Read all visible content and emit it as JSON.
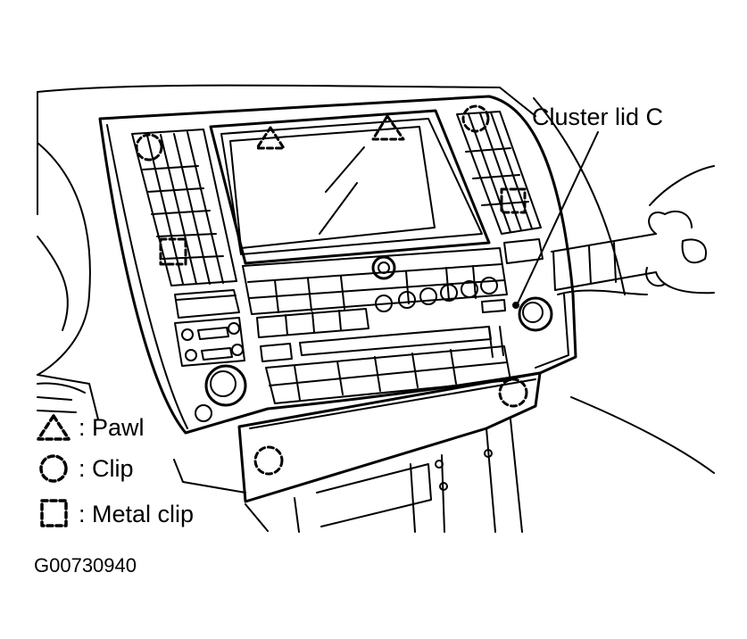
{
  "callout": {
    "cluster_lid": "Cluster lid C"
  },
  "legend": {
    "pawl": ": Pawl",
    "clip": ": Clip",
    "metal_clip": ": Metal clip",
    "pawl_icon": "dashed-triangle",
    "clip_icon": "dashed-circle",
    "metal_clip_icon": "dashed-square"
  },
  "figure_id": "G00730940"
}
